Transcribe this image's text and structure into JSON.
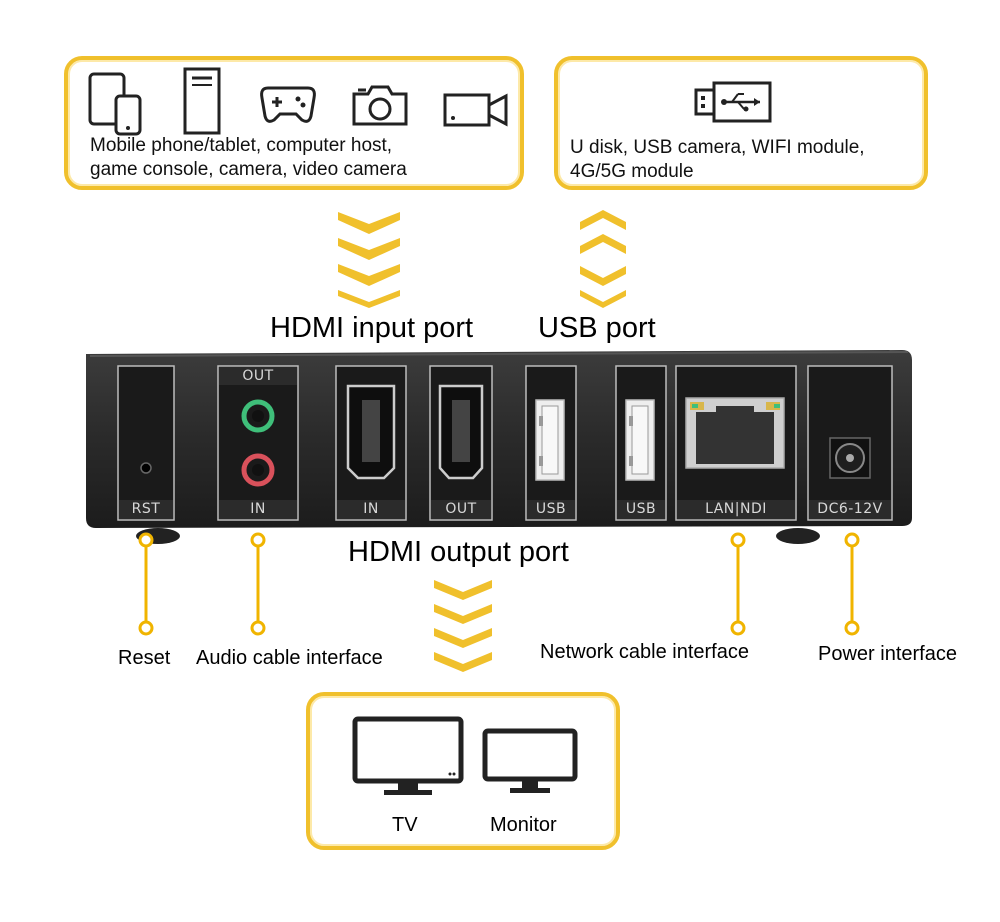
{
  "input_devices": {
    "caption_line1": "Mobile phone/tablet, computer host,",
    "caption_line2": "game console, camera, video camera",
    "icons": [
      "tablet-phone-icon",
      "computer-host-icon",
      "gamepad-icon",
      "camera-icon",
      "video-camera-icon"
    ]
  },
  "usb_devices": {
    "caption_line1": "U disk, USB camera, WIFI module,",
    "caption_line2": "4G/5G module",
    "icons": [
      "usb-disk-icon"
    ]
  },
  "headings": {
    "hdmi_input": "HDMI input port",
    "usb_port": "USB port",
    "hdmi_output": "HDMI output port"
  },
  "device_ports": {
    "rst": "RST",
    "audio_out": "OUT",
    "audio_in": "IN",
    "hdmi_in": "IN",
    "hdmi_out": "OUT",
    "usb1": "USB",
    "usb2": "USB",
    "lan": "LAN|NDI",
    "dc": "DC6-12V"
  },
  "callouts": {
    "reset": "Reset",
    "audio": "Audio cable interface",
    "network": "Network cable interface",
    "power": "Power interface"
  },
  "output_devices": {
    "tv": "TV",
    "monitor": "Monitor",
    "icons": [
      "tv-icon",
      "monitor-icon"
    ]
  },
  "colors": {
    "accent": "#f0c02c",
    "device_body": "#2a2a2a",
    "port_panel": "#1b1b1b",
    "audio_green": "#3fbf7a",
    "audio_red": "#d9515b"
  }
}
